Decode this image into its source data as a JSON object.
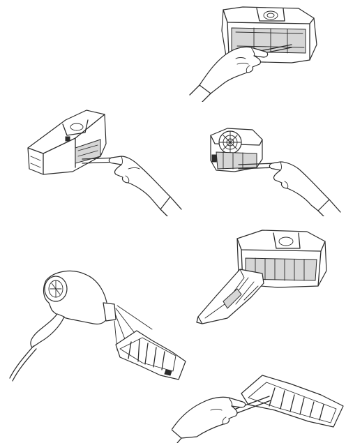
{
  "figure": {
    "panels": [
      {
        "id": "step-1",
        "icon": "dust-bin-brush-cleaning-icon"
      },
      {
        "id": "step-2",
        "icon": "dust-bin-side-opening-cleaning-icon"
      },
      {
        "id": "step-3",
        "icon": "round-fan-housing-cleaning-icon"
      },
      {
        "id": "step-4",
        "icon": "dust-bin-open-filter-door-icon"
      },
      {
        "id": "step-5",
        "icon": "hair-dryer-drying-filter-icon"
      },
      {
        "id": "step-6",
        "icon": "hand-brushing-filter-icon"
      }
    ],
    "line_color": "#2b2b2b",
    "background": "#ffffff"
  }
}
